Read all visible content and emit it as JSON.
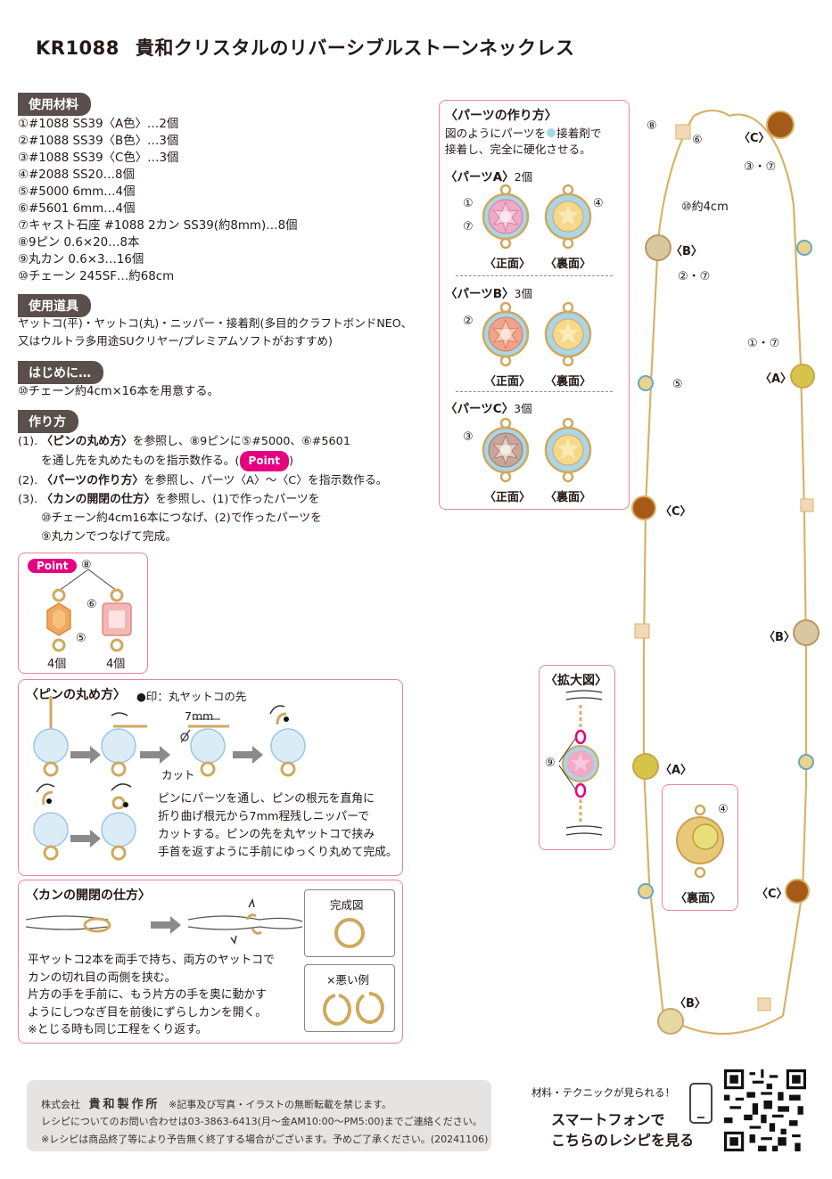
{
  "title": {
    "code": "KR1088",
    "text": "貴和クリスタルのリバーシブルストーンネックレス"
  },
  "materials": {
    "heading": "使用材料",
    "items": [
      "①#1088 SS39〈A色〉…2個",
      "②#1088 SS39〈B色〉…3個",
      "③#1088 SS39〈C色〉…3個",
      "④#2088 SS20…8個",
      "⑤#5000 6mm…4個",
      "⑥#5601 6mm…4個",
      "⑦キャスト石座 #1088 2カン SS39(約8mm)…8個",
      "⑧9ピン 0.6×20…8本",
      "⑨丸カン 0.6×3…16個",
      "⑩チェーン 245SF…約68cm"
    ]
  },
  "tools": {
    "heading": "使用道具",
    "lines": [
      "ヤットコ(平)・ヤットコ(丸)・ニッパー・接着剤(多目的クラフトボンドNEO、",
      "又はウルトラ多用途SUクリヤー/プレミアムソフトがおすすめ)"
    ]
  },
  "intro": {
    "heading": "はじめに…",
    "text": "⑩チェーン約4cm×16本を用意する。"
  },
  "steps": {
    "heading": "作り方",
    "s1_num": "(1).",
    "s1_bold": "〈ピンの丸め方〉",
    "s1_text": "を参照し、⑧9ピンに⑤#5000、⑥#5601",
    "s1_line2": "を通し先を丸めたものを指示数作る。(",
    "s1_point": "Point",
    "s1_end": ")",
    "s2_num": "(2).",
    "s2_bold": "〈パーツの作り方〉",
    "s2_text": "を参照し、パーツ〈A〉～〈C〉を指示数作る。",
    "s3_num": "(3).",
    "s3_bold": "〈カンの開閉の仕方〉",
    "s3_text": "を参照し、(1)で作ったパーツを",
    "s3_line2": "⑩チェーン約4cm16本につなげ、(2)で作ったパーツを",
    "s3_line3": "⑨丸カンでつなげて完成。"
  },
  "point_box": {
    "pill": "Point",
    "n8": "⑧",
    "n6": "⑥",
    "n5": "⑤",
    "count_left": "4個",
    "count_right": "4個"
  },
  "pin_box": {
    "title": "〈ピンの丸め方〉",
    "note": "●印：丸ヤットコの先",
    "mm": "7mm",
    "cut": "カット",
    "desc": [
      "ピンにパーツを通し、ピンの根元を直角に",
      "折り曲げ根元から7mm程残しニッパーで",
      "カットする。ピンの先を丸ヤットコで挟み",
      "手首を返すように手前にゆっくり丸めて完成。"
    ]
  },
  "ring_box": {
    "title": "〈カンの開閉の仕方〉",
    "desc": [
      "平ヤットコ2本を両手で持ち、両方のヤットコで",
      "カンの切れ目の両側を挟む。",
      "片方の手を手前に、もう片方の手を奥に動かす",
      "ようにしつなぎ目を前後にずらしカンを開く。",
      "※とじる時も同じ工程をくり返す。"
    ],
    "done_label": "完成図",
    "bad_label": "×悪い例"
  },
  "parts_box": {
    "title": "〈パーツの作り方〉",
    "desc1_a": "図のようにパーツを",
    "desc1_b": "接着剤で",
    "desc2": "接着し、完全に硬化させる。",
    "partA": "〈パーツA〉",
    "partA_count": "2個",
    "partB": "〈パーツB〉",
    "partB_count": "3個",
    "partC": "〈パーツC〉",
    "partC_count": "3個",
    "n1": "①",
    "n7": "⑦",
    "n4": "④",
    "n2": "②",
    "n3": "③",
    "front": "〈正面〉",
    "back": "〈裏面〉"
  },
  "necklace": {
    "l86": "⑧",
    "l6": "⑥",
    "lC1": "〈C〉",
    "l37a": "③・⑦",
    "l10": "⑩約4cm",
    "lB1": "〈B〉",
    "l27": "②・⑦",
    "l17": "①・⑦",
    "lA1": "〈A〉",
    "l5": "⑤",
    "lC2": "〈C〉",
    "lB2": "〈B〉",
    "lA2": "〈A〉",
    "lC3": "〈C〉",
    "lB3": "〈B〉"
  },
  "zoom_box": {
    "title": "〈拡大図〉",
    "n9": "⑨"
  },
  "back_box": {
    "n4": "④",
    "label": "〈裏面〉"
  },
  "footer": {
    "company_prefix": "株式会社",
    "company": "貴和製作所",
    "notice": "※記事及び写真・イラストの無断転載を禁じます。",
    "contact": "レシピについてのお問い合わせは03-3863-6413(月～金AM10:00～PM5:00)までご連絡ください。",
    "end_notice": "※レシピは商品終了等により予告無く終了する場合がございます。予めご了承ください。(20241106)"
  },
  "smartphone": {
    "small": "材料・テクニックが見られる！",
    "line1": "スマートフォンで",
    "line2": "こちらのレシピを見る"
  },
  "colors": {
    "accent_pink": "#e4007f",
    "box_border": "#e4869d",
    "gold": "#d8b266",
    "dark_heading": "#5a4f4b",
    "light_blue": "#a9d6e8",
    "amber": "#a0520f"
  }
}
